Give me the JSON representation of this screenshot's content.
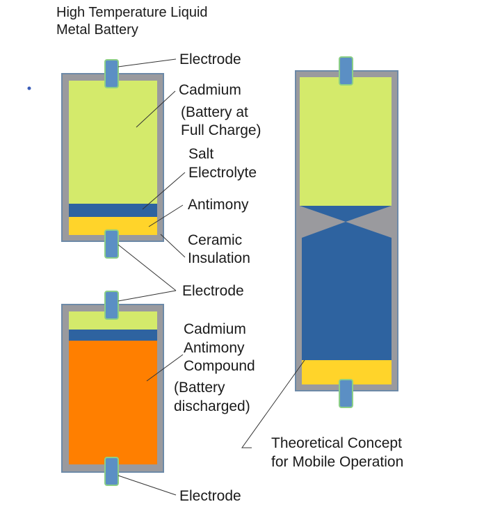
{
  "title": [
    "High Temperature Liquid",
    "Metal Battery"
  ],
  "labels": {
    "electrode_top": "Electrode",
    "cadmium": "Cadmium",
    "full_charge": [
      "(Battery at",
      "Full Charge)"
    ],
    "salt_electrolyte": [
      "Salt",
      "Electrolyte"
    ],
    "antimony": "Antimony",
    "ceramic_insulation": [
      "Ceramic",
      "Insulation"
    ],
    "electrode_middle": "Electrode",
    "compound": [
      "Cadmium",
      "Antimony",
      "Compound"
    ],
    "discharged": [
      "(Battery",
      "discharged)"
    ],
    "electrode_bottom": "Electrode",
    "mobile_concept": [
      "Theoretical Concept",
      "for Mobile Operation"
    ]
  },
  "colors": {
    "casing": "#9a9a9e",
    "casing_border": "#6d8aa8",
    "cadmium": "#d4ea6b",
    "electrolyte": "#2e63a0",
    "antimony": "#ffd42a",
    "compound": "#ff7f00",
    "electrode": "#5b8fc4",
    "electrode_border": "#8ccf86",
    "leader_line": "#333333",
    "dot": "#3b5db8"
  }
}
